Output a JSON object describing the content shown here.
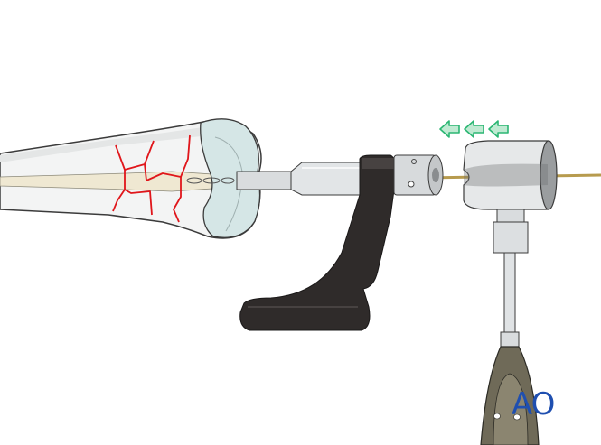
{
  "illustration": {
    "subject": "intramedullary nail insertion into distal femur with hammer guide",
    "colors": {
      "background": "#ffffff",
      "bone_fill": "#f3f4f4",
      "bone_outline": "#3b3b3b",
      "canal": "#efe8d2",
      "fracture_lines": "#e0161b",
      "cartilage": "#d5e6e6",
      "metal": "#d9dcde",
      "handle_dark": "#2f2b2a",
      "hammer_handle": "#6f6a58",
      "guide_wire": "#b79b4e",
      "arrows": "#2bb673",
      "arrow_fill": "#bfead2",
      "logo": "#1f4fb0"
    },
    "arrows": {
      "count": 3,
      "direction": "left"
    }
  },
  "logo": {
    "text": "AO"
  }
}
